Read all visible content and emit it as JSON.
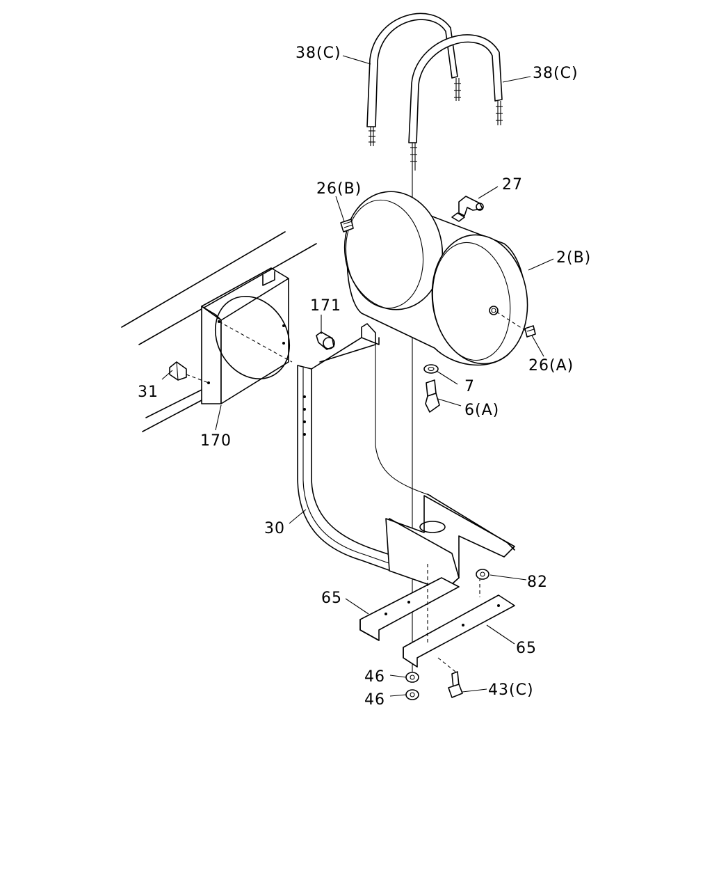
{
  "labels": {
    "l38c_a": "38(C)",
    "l38c_b": "38(C)",
    "l26b": "26(B)",
    "l27": "27",
    "l2b": "2(B)",
    "l171": "171",
    "l26a": "26(A)",
    "l31": "31",
    "l7": "7",
    "l6a": "6(A)",
    "l170": "170",
    "l30": "30",
    "l82": "82",
    "l65a": "65",
    "l65b": "65",
    "l46a": "46",
    "l46b": "46",
    "l43c": "43(C)"
  }
}
